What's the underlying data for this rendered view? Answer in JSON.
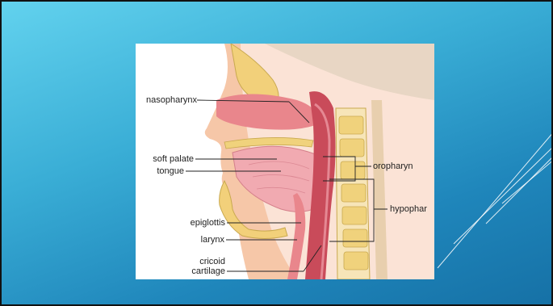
{
  "slide": {
    "background_colors": [
      "#62d2ee",
      "#1671a6"
    ],
    "accent_line_color": "#ffffff"
  },
  "figure": {
    "labels": {
      "nasopharynx": "nasopharynx",
      "soft_palate": "soft palate",
      "tongue": "tongue",
      "epiglottis": "epiglottis",
      "larynx": "larynx",
      "cricoid_line1": "cricoid",
      "cricoid_line2": "cartilage",
      "oropharynx": "oropharyn",
      "hypopharynx": "hypophar"
    }
  }
}
